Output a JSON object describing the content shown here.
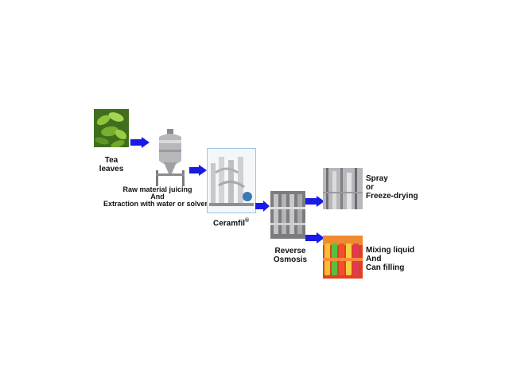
{
  "steps": {
    "tea": {
      "label_line1": "Tea",
      "label_line2": "leaves"
    },
    "extraction": {
      "line1": "Raw material juicing",
      "line2": "And",
      "line3": "Extraction with water or solvent"
    },
    "ceramfil": {
      "label": "Ceramfil",
      "mark": "®"
    },
    "ro": {
      "line1": "Reverse",
      "line2": "Osmosis"
    },
    "spray": {
      "line1": "Spray",
      "line2": "or",
      "line3": "Freeze-drying"
    },
    "mixing": {
      "line1": "Mixing liquid",
      "line2": "And",
      "line3": "Can filling"
    }
  },
  "colors": {
    "arrow": "#1a1ae6",
    "leaf": "#5f9a2a",
    "frame": "#9ec5e8"
  },
  "icons": [
    "tea-leaves-photo",
    "extraction-tank-photo",
    "ceramfil-unit-photo",
    "reverse-osmosis-photo",
    "spray-dryer-photo",
    "bottles-photo"
  ]
}
